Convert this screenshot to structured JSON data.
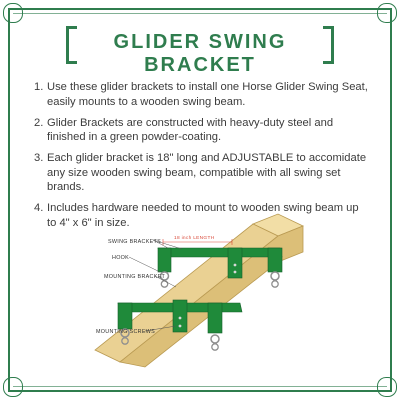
{
  "title": "GLIDER SWING BRACKET",
  "points": [
    {
      "num": "1.",
      "text": "Use these glider brackets to install one Horse Glider Swing Seat, easily mounts to a wooden swing beam."
    },
    {
      "num": "2.",
      "text": "Glider Brackets are constructed with heavy-duty steel and finished in a green powder-coating."
    },
    {
      "num": "3.",
      "text": "Each glider bracket is 18\" long and ADJUSTABLE to accomidate any size wooden swing beam, compatible with all swing set brands."
    },
    {
      "num": "4.",
      "text": "Includes hardware needed to mount to wooden swing beam up to 4\" x 6\" in size."
    }
  ],
  "diagram": {
    "labels": {
      "swing_brackets": "SWING BRACKETS",
      "hook": "HOOK",
      "mounting_bracket": "MOUNTING BRACKET",
      "mounting_screws": "MOUNTING SCREWS",
      "length": "18 inch LENGTH"
    }
  },
  "colors": {
    "accent": "#2f7d4e",
    "bracket_green": "#1f8a3a",
    "wood": "#e9d193",
    "length_marker": "#d94a3a"
  }
}
